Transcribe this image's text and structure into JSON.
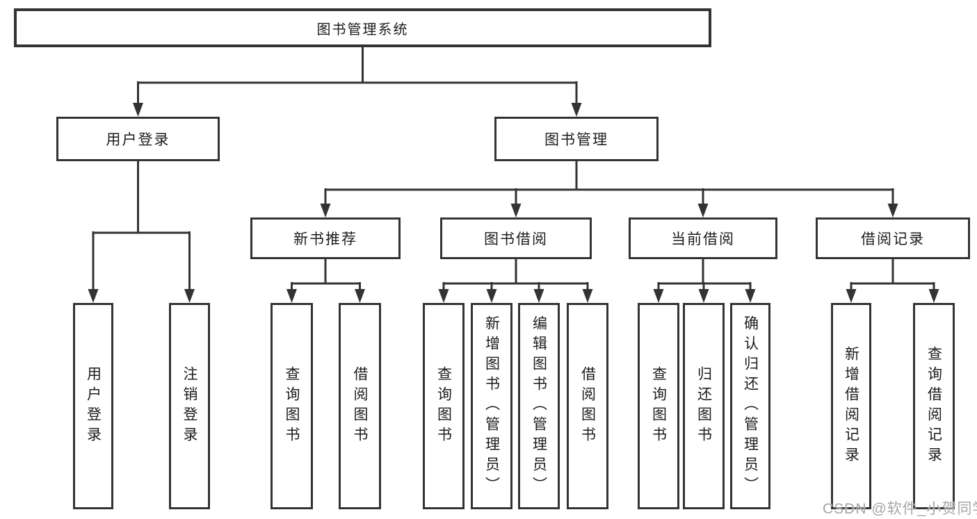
{
  "diagram": {
    "root": {
      "label": "图书管理系统"
    },
    "level2": [
      {
        "label": "用户登录"
      },
      {
        "label": "图书管理"
      }
    ],
    "level3": [
      {
        "label": "新书推荐"
      },
      {
        "label": "图书借阅"
      },
      {
        "label": "当前借阅"
      },
      {
        "label": "借阅记录"
      }
    ],
    "leaves": {
      "user_login": [
        "用户登录",
        "注销登录"
      ],
      "new_book_rec": [
        "查询图书",
        "借阅图书"
      ],
      "book_borrow": [
        "查询图书",
        "新增图书（管理员）",
        "编辑图书（管理员）",
        "借阅图书"
      ],
      "current_borrow": [
        "查询图书",
        "归还图书",
        "确认归还（管理员）"
      ],
      "borrow_records": [
        "新增借阅记录",
        "查询借阅记录"
      ]
    }
  },
  "watermark": "CSDN @软件_小贺同学",
  "colors": {
    "line": "#333333",
    "text": "#1c1c1c",
    "background": "#ffffff",
    "watermark": "#a6a6a6"
  }
}
